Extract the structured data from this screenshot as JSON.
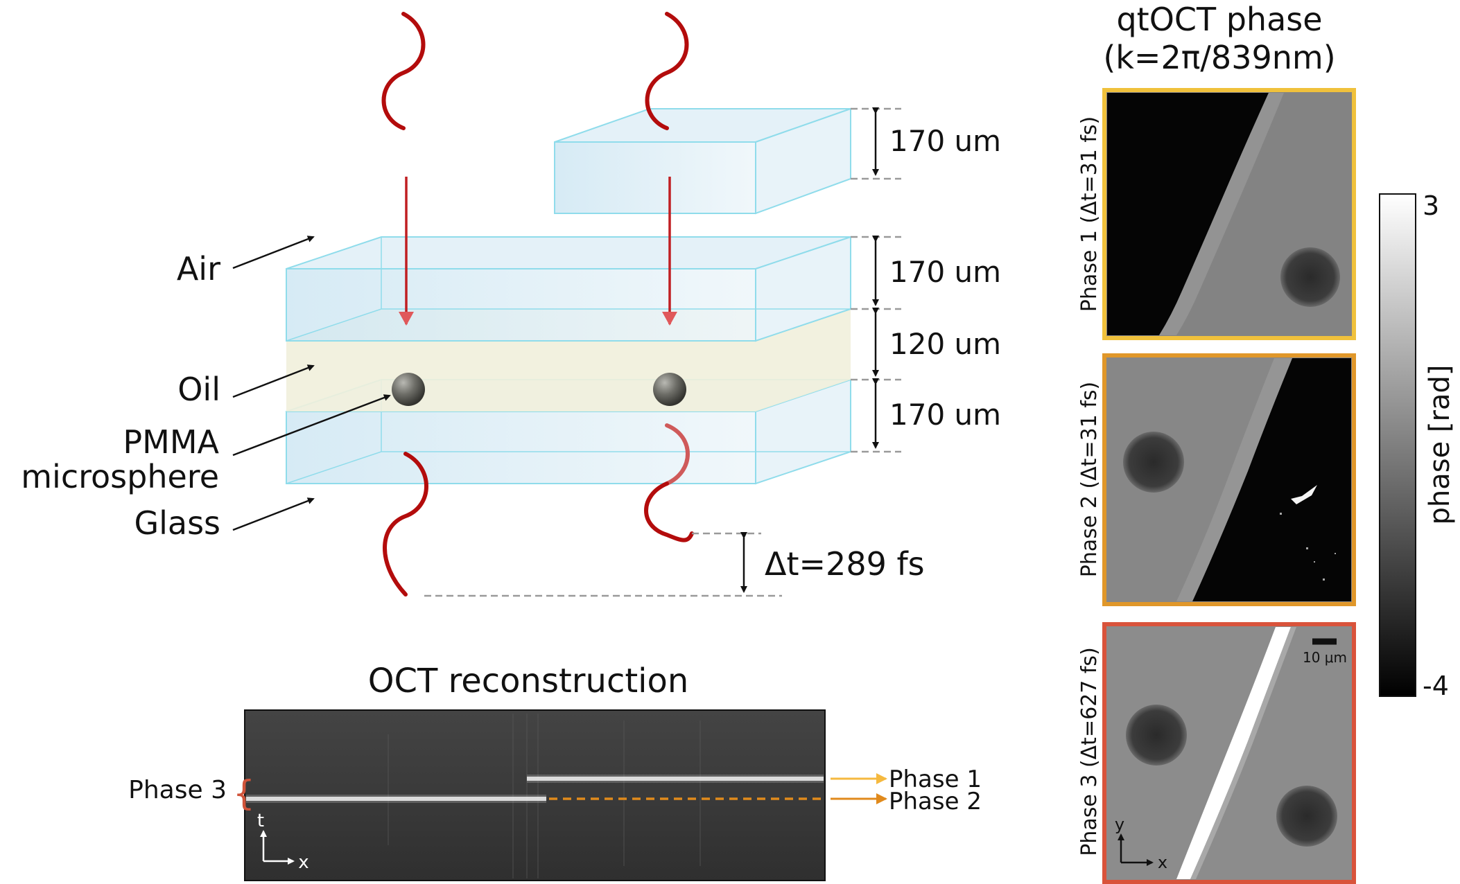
{
  "schematic": {
    "materials": {
      "air": "Air",
      "oil": "Oil",
      "pmma_line1": "PMMA",
      "pmma_line2": "microsphere",
      "glass": "Glass"
    },
    "thicknesses": {
      "top_slab": "170 um",
      "air_slab": "170 um",
      "oil_layer": "120 um",
      "glass_slab": "170 um"
    },
    "delay": "Δt=289 fs"
  },
  "oct_reconstruction": {
    "title": "OCT reconstruction",
    "bracket_label": "Phase 3",
    "bracket_glyph": "{",
    "out_labels": [
      "Phase 1",
      "Phase 2"
    ],
    "axis_t": "t",
    "axis_x": "x"
  },
  "qtoct": {
    "title_line1": "qtOCT phase",
    "title_line2": "(k=2π/839nm)",
    "panels": [
      {
        "label": "Phase 1 (Δt=31 fs)",
        "border": "#f0c13c"
      },
      {
        "label": "Phase 2 (Δt=31 fs)",
        "border": "#e0972a"
      },
      {
        "label": "Phase 3 (Δt=627 fs)",
        "border": "#d9533b"
      }
    ],
    "scalebar": "10 μm",
    "axis_y": "y",
    "axis_x": "x"
  },
  "colorbar": {
    "max": "3",
    "min": "-4",
    "label": "phase [rad]"
  },
  "colors": {
    "wave": "#b30c0c",
    "wave_light": "#cf5a5a",
    "arrow": "#e0585a",
    "slab_edge": "#8fdceb",
    "slab_fill": "#dceef7",
    "oil": "#f1efdc",
    "phase1_arrow": "#f5b93f",
    "phase2_arrow": "#e08a1c",
    "bracket": "#d0533a"
  }
}
